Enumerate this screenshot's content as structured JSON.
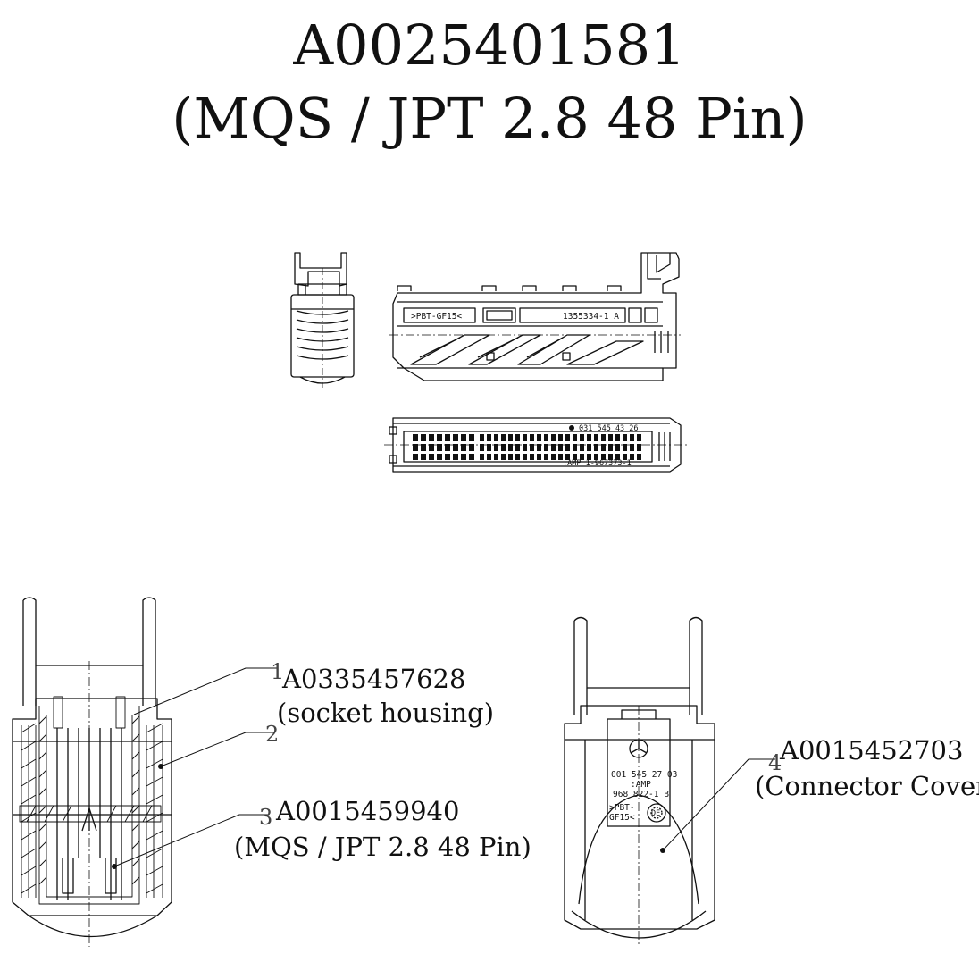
{
  "title": {
    "line1": "A0025401581",
    "line2": "(MQS / JPT 2.8  48 Pin)"
  },
  "drawing_text": {
    "side_band_left": ">PBT-GF15<",
    "side_band_right": "1355334-1  A",
    "bottom_part_no": "031 545 43 26",
    "bottom_amp": ":AMP 1-967373-1",
    "cover_line1": "001 545 27 03",
    "cover_line2": ":AMP",
    "cover_line3": "968 822-1 B",
    "cover_line4": ">PBT-",
    "cover_line5": "GF15<",
    "cover_logo": "DE"
  },
  "callouts": [
    {
      "num": "1",
      "part": "A0335457628",
      "desc": "(socket housing)"
    },
    {
      "num": "2",
      "part": "",
      "desc": ""
    },
    {
      "num": "3",
      "part": "A0015459940",
      "desc": "(MQS / JPT 2.8  48 Pin)"
    },
    {
      "num": "4",
      "part": "A0015452703",
      "desc": "(Connector Cover)"
    }
  ],
  "colors": {
    "ink": "#111111",
    "background": "#ffffff"
  }
}
